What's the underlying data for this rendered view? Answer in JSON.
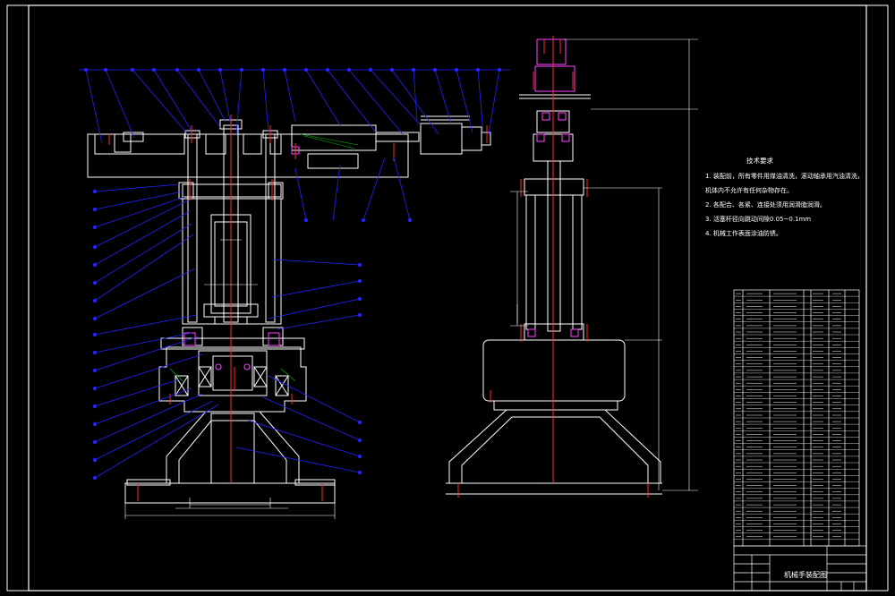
{
  "drawing": {
    "title_block": {
      "name": "机械手装配图"
    },
    "technical_requirements": {
      "title": "技术要求",
      "lines": [
        "1. 装配前，所有零件用煤油清洗，滚动轴承用汽油清洗，",
        "   机体内不允许有任何杂物存在。",
        "2. 各配合、各紧、连接处须用润滑脂润滑。",
        "3. 活塞杆径向跳动间隙0.05~0.1mm",
        "4. 机械工作表面涂油防锈。"
      ]
    },
    "colors": {
      "background": "#000000",
      "outline": "#ffffff",
      "leader": "#2323ff",
      "center_line": "#ff2a2a",
      "dimension": "#ffffff",
      "hatch": "#00c000",
      "detail": "#ff40ff",
      "cylinder": "#00d0d0"
    }
  }
}
